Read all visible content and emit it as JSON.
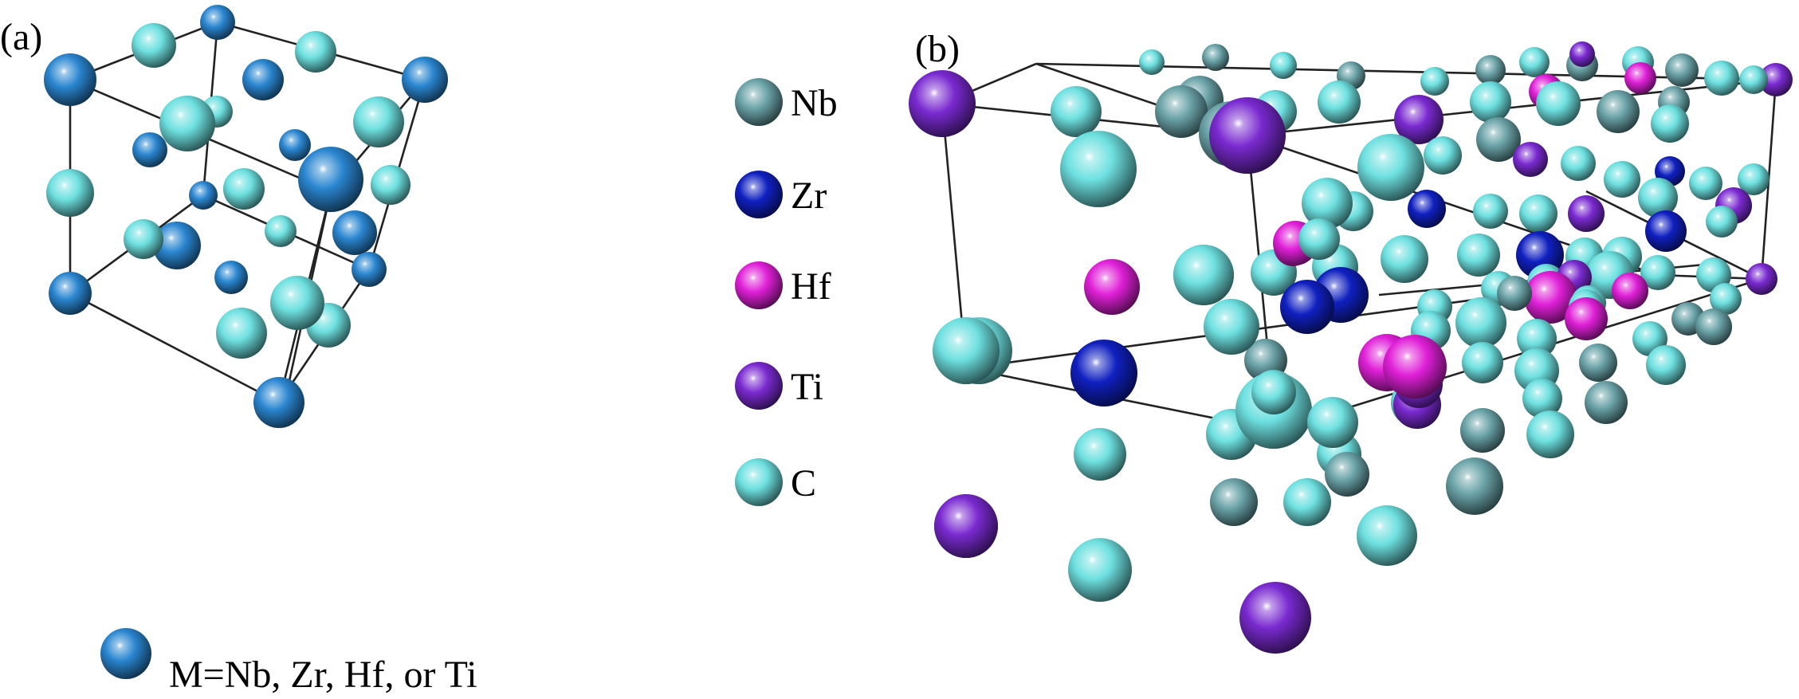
{
  "panels": {
    "a": {
      "label": "(a)"
    },
    "b": {
      "label": "(b)"
    }
  },
  "legend": {
    "items": [
      {
        "symbol": "Nb",
        "color": "#6aa3a8"
      },
      {
        "symbol": "Zr",
        "color": "#1020c0"
      },
      {
        "symbol": "Hf",
        "color": "#e020d8"
      },
      {
        "symbol": "Ti",
        "color": "#7a2ad0"
      },
      {
        "symbol": "C",
        "color": "#6ee0e0"
      }
    ],
    "metal_label": "M=Nb, Zr, Hf, or Ti",
    "metal_color": "#2a86d0"
  },
  "colors": {
    "M": "#2a86d0",
    "Nb": "#6aa3a8",
    "Zr": "#1020c0",
    "Hf": "#e020d8",
    "Ti": "#7a2ad0",
    "C": "#6ee0e0",
    "bond": "#222222"
  }
}
